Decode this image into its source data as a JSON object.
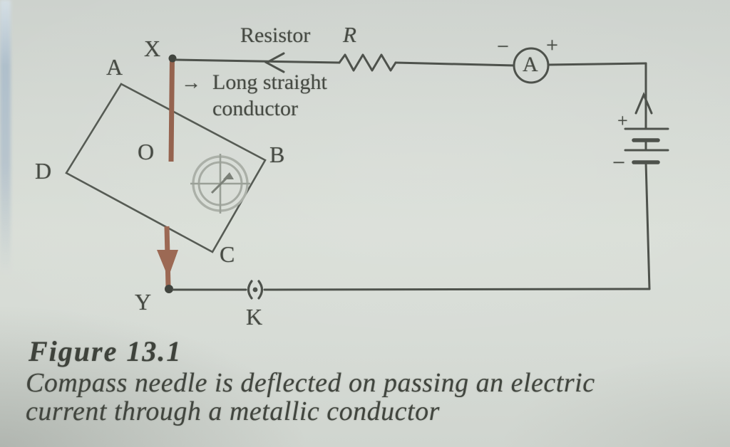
{
  "figure": {
    "component_labels": {
      "resistor": "Resistor",
      "resistor_symbol": "R",
      "conductor_line1": "Long straight",
      "conductor_line2": "conductor",
      "ammeter_letter": "A",
      "ammeter_minus": "−",
      "ammeter_plus": "+",
      "battery_plus": "+",
      "battery_minus": "−"
    },
    "point_labels": {
      "X": "X",
      "A": "A",
      "B": "B",
      "C": "C",
      "D": "D",
      "O": "O",
      "Y": "Y",
      "K": "K"
    },
    "caption": {
      "title": "Figure 13.1",
      "line1": "Compass needle is deflected on passing an electric",
      "line2": "current through a metallic conductor"
    }
  },
  "icons": {
    "pointer_arrow": "→"
  },
  "colors": {
    "paper": "#d6dbd5",
    "wire": "#4e524c",
    "conductor_copper": "#95634f",
    "compass_ring": "#abb0a8",
    "label_text": "#474b44",
    "page_edge_blue": "#aabccb"
  }
}
